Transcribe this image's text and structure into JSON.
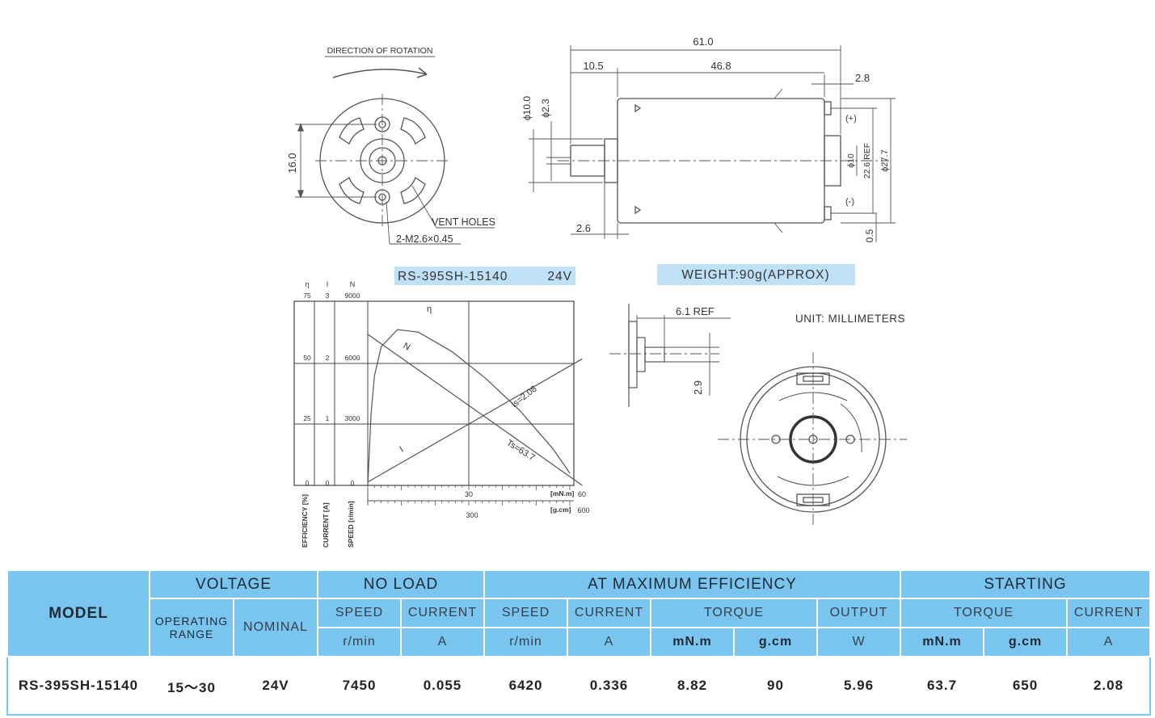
{
  "drawing": {
    "rotation_label": "DIRECTION OF ROTATION",
    "vent_holes_label": "VENT HOLES",
    "screw_label": "2-M2.6×0.45",
    "dim_16": "16.0",
    "dim_61": "61.0",
    "dim_10_5": "10.5",
    "dim_46_8": "46.8",
    "dim_2_8": "2.8",
    "dim_phi10": "ϕ10.0",
    "dim_phi2_3": "ϕ2.3",
    "dim_2_6": "2.6",
    "dim_phi10_b": "ϕ10",
    "dim_22_6": "22.6 REF",
    "dim_27_7": "ϕ27.7",
    "dim_0_5": "0.5",
    "terminal_plus": "(+)",
    "terminal_minus": "(-)",
    "model_box": "RS-395SH-15140",
    "voltage_box": "24V",
    "weight_box": "WEIGHT:90g(APPROX)",
    "dim_6_1": "6.1 REF",
    "dim_2_9": "2.9",
    "unit_label": "UNIT: MILLIMETERS"
  },
  "chart_data": {
    "type": "line",
    "title": "",
    "x_unit_top": "[mN.m]",
    "x_unit_bottom": "[g.cm]",
    "x_ticks_top": [
      "30",
      "60"
    ],
    "x_ticks_bottom": [
      "300",
      "600"
    ],
    "xlim_mNm": [
      0,
      60
    ],
    "axes": [
      {
        "name": "EFFICIENCY [%]",
        "symbol": "η",
        "ticks": [
          "0",
          "25",
          "50",
          "75"
        ]
      },
      {
        "name": "CURRENT [A]",
        "symbol": "I",
        "ticks": [
          "0",
          "1",
          "2",
          "3"
        ]
      },
      {
        "name": "SPEED [r/min]",
        "symbol": "N",
        "ticks": [
          "0",
          "3000",
          "6000",
          "9000"
        ]
      }
    ],
    "series": [
      {
        "name": "N",
        "x": [
          0,
          63.7
        ],
        "y": [
          7450,
          0
        ]
      },
      {
        "name": "I",
        "x": [
          0,
          63.7
        ],
        "y": [
          0.055,
          2.08
        ]
      },
      {
        "name": "η",
        "x": [
          0,
          1,
          2,
          4,
          8.82,
          15,
          25,
          35,
          45,
          55,
          60
        ],
        "y": [
          0,
          30,
          45,
          57,
          64,
          63,
          55,
          44,
          31,
          15,
          5
        ]
      }
    ],
    "annotations": [
      "Is=2.08",
      "Ts=63.7",
      "N",
      "I",
      "η"
    ]
  },
  "table": {
    "h_model": "MODEL",
    "h_voltage": "VOLTAGE",
    "h_no_load": "NO LOAD",
    "h_max_eff": "AT MAXIMUM EFFICIENCY",
    "h_starting": "STARTING",
    "h_operating_range": "OPERATING RANGE",
    "h_nominal": "NOMINAL",
    "h_speed": "SPEED",
    "h_current": "CURRENT",
    "h_torque": "TORQUE",
    "h_output": "OUTPUT",
    "u_rmin": "r/min",
    "u_a": "A",
    "u_mnm": "mN.m",
    "u_gcm": "g.cm",
    "u_w": "W",
    "row": {
      "model": "RS-395SH-15140",
      "operating_range": "15～30",
      "nominal": "24V",
      "nl_speed": "7450",
      "nl_current": "0.055",
      "me_speed": "6420",
      "me_current": "0.336",
      "me_torque_mnm": "8.82",
      "me_torque_gcm": "90",
      "me_output": "5.96",
      "st_torque_mnm": "63.7",
      "st_torque_gcm": "650",
      "st_current": "2.08"
    }
  }
}
